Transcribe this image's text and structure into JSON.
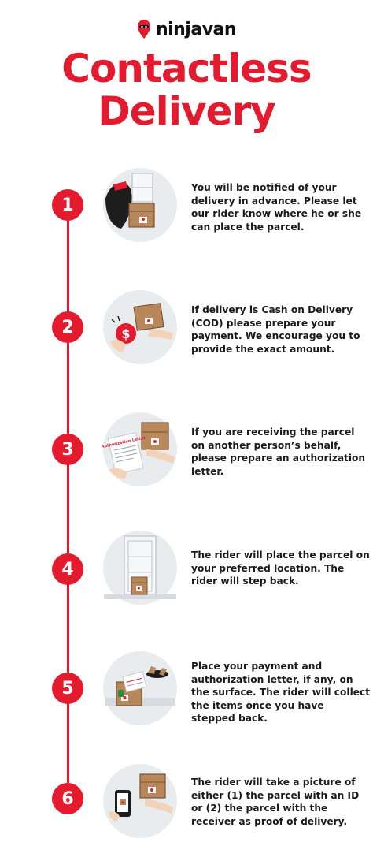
{
  "brand": {
    "name": "ninjavan",
    "primary_color": "#e41b2f",
    "logo_icon": "ninja-head-icon"
  },
  "title": {
    "line1": "Contactless",
    "line2": "Delivery"
  },
  "steps": [
    {
      "number": "1",
      "icon": "rider-with-parcel-icon",
      "text": "You will be notified of your delivery in advance. Please let our rider know where he or she can place the parcel."
    },
    {
      "number": "2",
      "icon": "cash-payment-icon",
      "text": "If delivery is Cash on Delivery (COD) please prepare your payment. We encourage you to provide the exact amount."
    },
    {
      "number": "3",
      "icon": "authorization-letter-icon",
      "text": "If you are receiving the parcel on another person’s behalf, please prepare an authorization letter."
    },
    {
      "number": "4",
      "icon": "parcel-at-door-icon",
      "text": "The rider will place the parcel on your preferred location. The rider will step back."
    },
    {
      "number": "5",
      "icon": "payment-on-surface-icon",
      "text": "Place your payment and authorization letter, if any, on the surface. The rider will collect the items once you have stepped back."
    },
    {
      "number": "6",
      "icon": "photo-proof-icon",
      "text": "The rider will take a picture of either (1) the parcel with an ID or (2) the parcel with the receiver as proof of delivery."
    }
  ],
  "illustration_text": {
    "letter_title": "Authorization Letter"
  }
}
